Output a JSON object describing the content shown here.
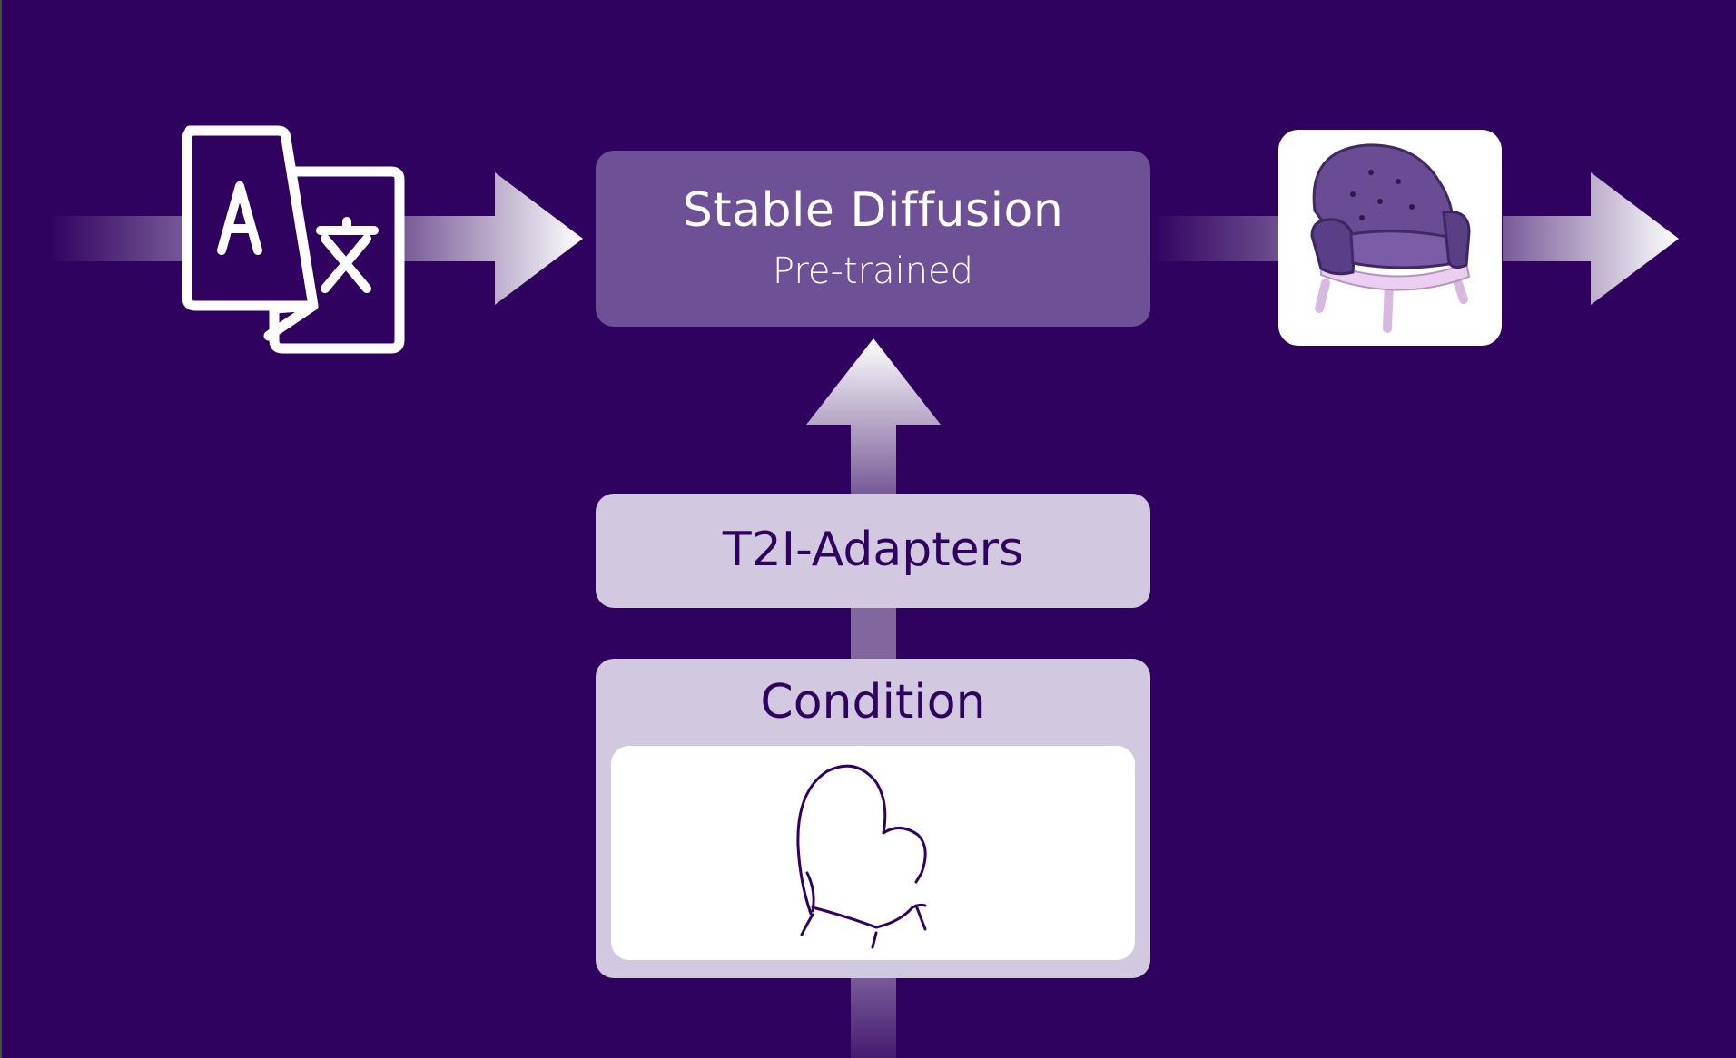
{
  "stable_diffusion": {
    "title": "Stable Diffusion",
    "subtitle": "Pre-trained"
  },
  "adapter": {
    "label": "T2I-Adapters"
  },
  "condition": {
    "label": "Condition"
  },
  "icons": {
    "text_input": "translate-icon",
    "output": "armchair-image",
    "condition_sketch": "armchair-sketch"
  },
  "colors": {
    "background": "#300260",
    "stable_diffusion_box": "#6d5095",
    "adapter_box": "#d2c8e0",
    "text_dark": "#300260",
    "arrow": "#ffffff"
  }
}
